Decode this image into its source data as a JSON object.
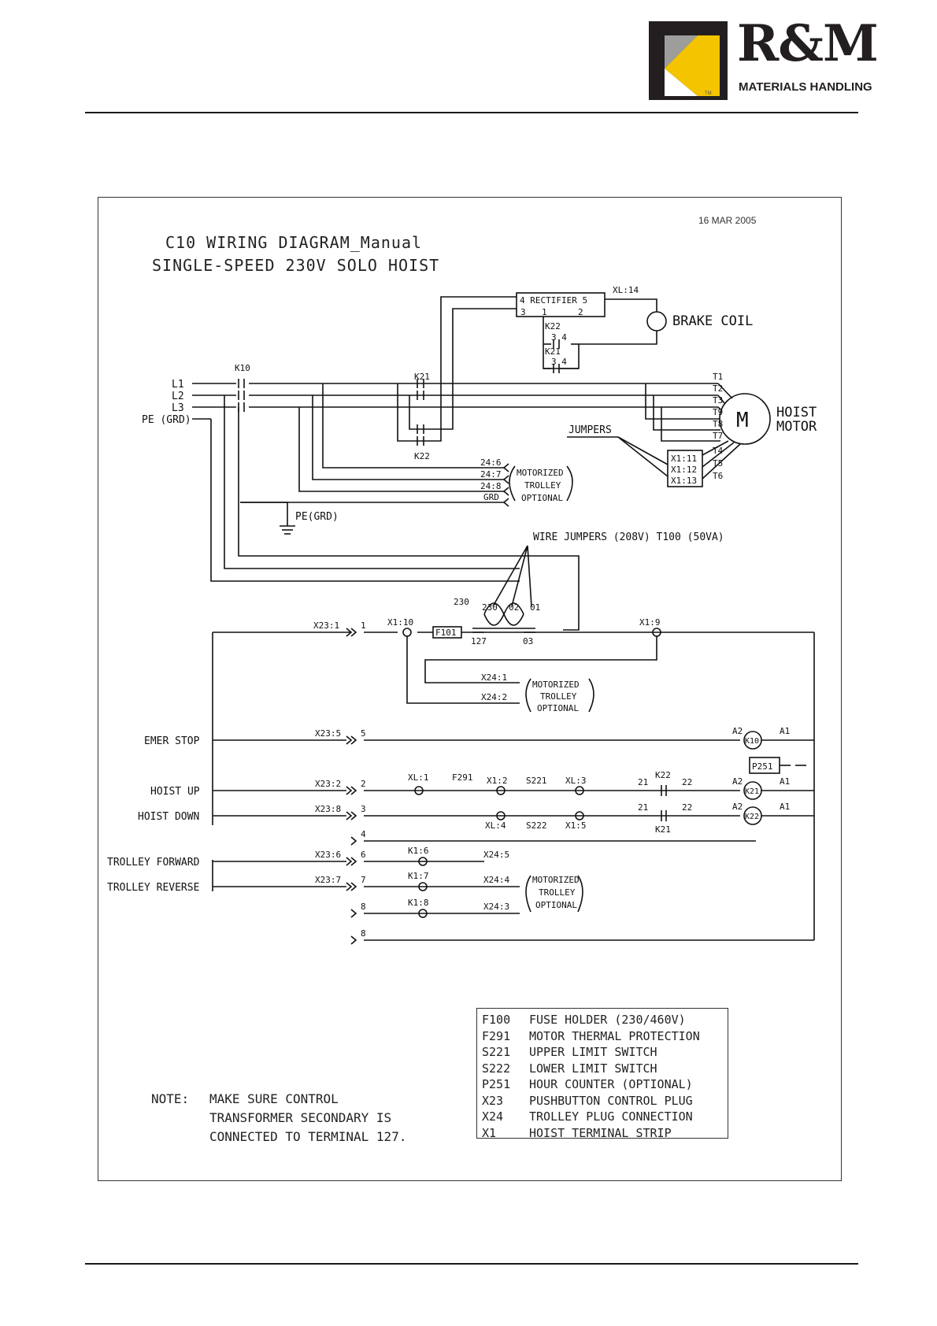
{
  "brand": {
    "name": "R&M",
    "subtitle": "MATERIALS HANDLING",
    "tm": "TM",
    "colors": {
      "yellow": "#f4c400",
      "dark": "#231f20",
      "grey": "#9d9d9c"
    }
  },
  "diagram": {
    "date": "16 MAR 2005",
    "title_line1": "C10 WIRING DIAGRAM_Manual",
    "title_line2": "SINGLE-SPEED 230V SOLO HOIST",
    "labels": {
      "rectifier": "4 RECTIFIER 5",
      "rect_3": "3",
      "rect_1": "1",
      "rect_2": "2",
      "xl14": "XL:14",
      "brake_coil": "BRAKE COIL",
      "k22_top": "K22",
      "k21_top": "K21",
      "c34a": "3 4",
      "c34b": "3 4",
      "k10": "K10",
      "l1": "L1",
      "l2": "L2",
      "l3": "L3",
      "pe": "PE (GRD)",
      "k21_main": "K21",
      "k22_main": "K22",
      "t1": "T1",
      "t2": "T2",
      "t3": "T3",
      "t9": "T9",
      "t8": "T8",
      "t7": "T7",
      "t4": "T4",
      "t5": "T5",
      "t6": "T6",
      "motor_m": "M",
      "hoist_motor1": "HOIST",
      "hoist_motor2": "MOTOR",
      "jumpers": "JUMPERS",
      "x111": "X1:11",
      "x112": "X1:12",
      "x113": "X1:13",
      "x24_6": "24:6",
      "x24_7": "24:7",
      "x24_8": "24:8",
      "grd": "GRD",
      "mt1": "MOTORIZED",
      "mt2": "TROLLEY",
      "mt3": "OPTIONAL",
      "pegrd": "PE(GRD)",
      "wire_jumpers": "WIRE JUMPERS (208V) T100 (50VA)",
      "t230": "230",
      "t02": "02",
      "t01": "01",
      "t127": "127",
      "t03": "03",
      "t230in": "230",
      "x23_1": "X23:1",
      "n1": "1",
      "x110": "X1:10",
      "f101": "F101",
      "x19": "X1:9",
      "x24_1": "X24:1",
      "x24_2": "X24:2",
      "emer_stop": "EMER STOP",
      "x23_5": "X23:5",
      "n5": "5",
      "a2": "A2",
      "a1": "A1",
      "k10c": "K10",
      "p251": "P251",
      "hoist_up": "HOIST UP",
      "x23_2": "X23:2",
      "n2": "2",
      "xl1": "XL:1",
      "f291": "F291",
      "x12": "X1:2",
      "s221": "S221",
      "xl3": "XL:3",
      "c21a": "21",
      "k22c": "K22",
      "c22a": "22",
      "k21c": "K21",
      "hoist_down": "HOIST DOWN",
      "x23_8": "X23:8",
      "n3": "3",
      "xl4": "XL:4",
      "s222": "S222",
      "x15": "X1:5",
      "c21b": "21",
      "c22b": "22",
      "k21d": "K21",
      "k22d": "K22",
      "n4": "4",
      "trolley_fwd": "TROLLEY FORWARD",
      "trolley_rev": "TROLLEY REVERSE",
      "x23_6": "X23:6",
      "n6": "6",
      "x23_7": "X23:7",
      "n7": "7",
      "k16": "K1:6",
      "k17": "K1:7",
      "k18": "K1:8",
      "x24_5": "X24:5",
      "x24_4": "X24:4",
      "x24_3": "X24:3",
      "n8a": "8",
      "n8b": "8"
    }
  },
  "legend": [
    {
      "code": "F100",
      "desc": "FUSE HOLDER (230/460V)"
    },
    {
      "code": "F291",
      "desc": "MOTOR THERMAL PROTECTION"
    },
    {
      "code": "S221",
      "desc": "UPPER LIMIT SWITCH"
    },
    {
      "code": "S222",
      "desc": "LOWER LIMIT SWITCH"
    },
    {
      "code": "P251",
      "desc": "HOUR COUNTER (OPTIONAL)"
    },
    {
      "code": "X23",
      "desc": "PUSHBUTTON CONTROL PLUG"
    },
    {
      "code": "X24",
      "desc": "TROLLEY PLUG CONNECTION"
    },
    {
      "code": "X1",
      "desc": "HOIST TERMINAL STRIP"
    }
  ],
  "note": {
    "label": "NOTE:",
    "line1": "MAKE SURE CONTROL",
    "line2": "TRANSFORMER SECONDARY IS",
    "line3": "CONNECTED TO TERMINAL 127."
  }
}
